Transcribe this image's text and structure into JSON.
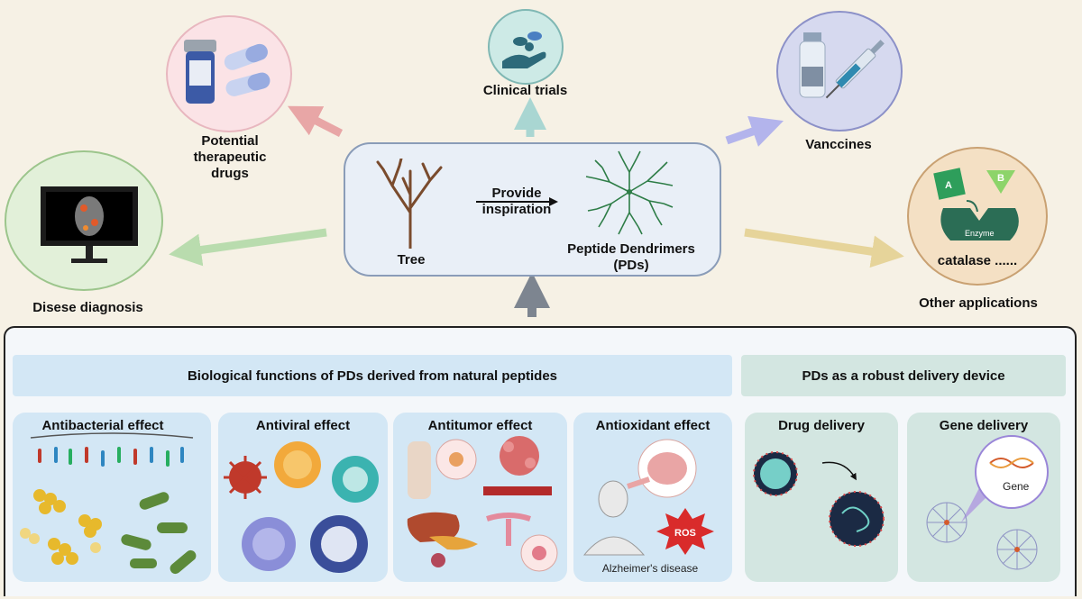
{
  "top": {
    "therapeutic": {
      "label_line1": "Potential",
      "label_line2": "therapeutic drugs"
    },
    "clinical": {
      "label": "Clinical trials"
    },
    "vaccines": {
      "label": "Vanccines"
    },
    "diagnosis": {
      "label": "Disese diagnosis"
    },
    "other": {
      "label": "Other applications",
      "inner_label": "catalase ......",
      "enzyme_label": "Enzyme",
      "shape_a": "A",
      "shape_b": "B"
    }
  },
  "center": {
    "tree_label": "Tree",
    "arrow_line1": "Provide",
    "arrow_line2": "inspiration",
    "pd_line1": "Peptide Dendrimers",
    "pd_line2": "(PDs)"
  },
  "bottom": {
    "header_left": "Biological functions of PDs derived from natural peptides",
    "header_right": "PDs as a robust delivery device",
    "panels": [
      {
        "title": "Antibacterial effect"
      },
      {
        "title": "Antiviral effect"
      },
      {
        "title": "Antitumor effect"
      },
      {
        "title": "Antioxidant effect",
        "ros": "ROS",
        "caption": "Alzheimer's disease"
      },
      {
        "title": "Drug delivery"
      },
      {
        "title": "Gene delivery",
        "gene": "Gene"
      }
    ]
  },
  "colors": {
    "background": "#f6f1e5",
    "arrow_pink": "#e8a6a6",
    "arrow_teal": "#a9d6d2",
    "arrow_purple": "#b3b4ec",
    "arrow_green": "#b9dcae",
    "arrow_gold": "#e6d49a",
    "arrow_gray": "#7d8590"
  }
}
